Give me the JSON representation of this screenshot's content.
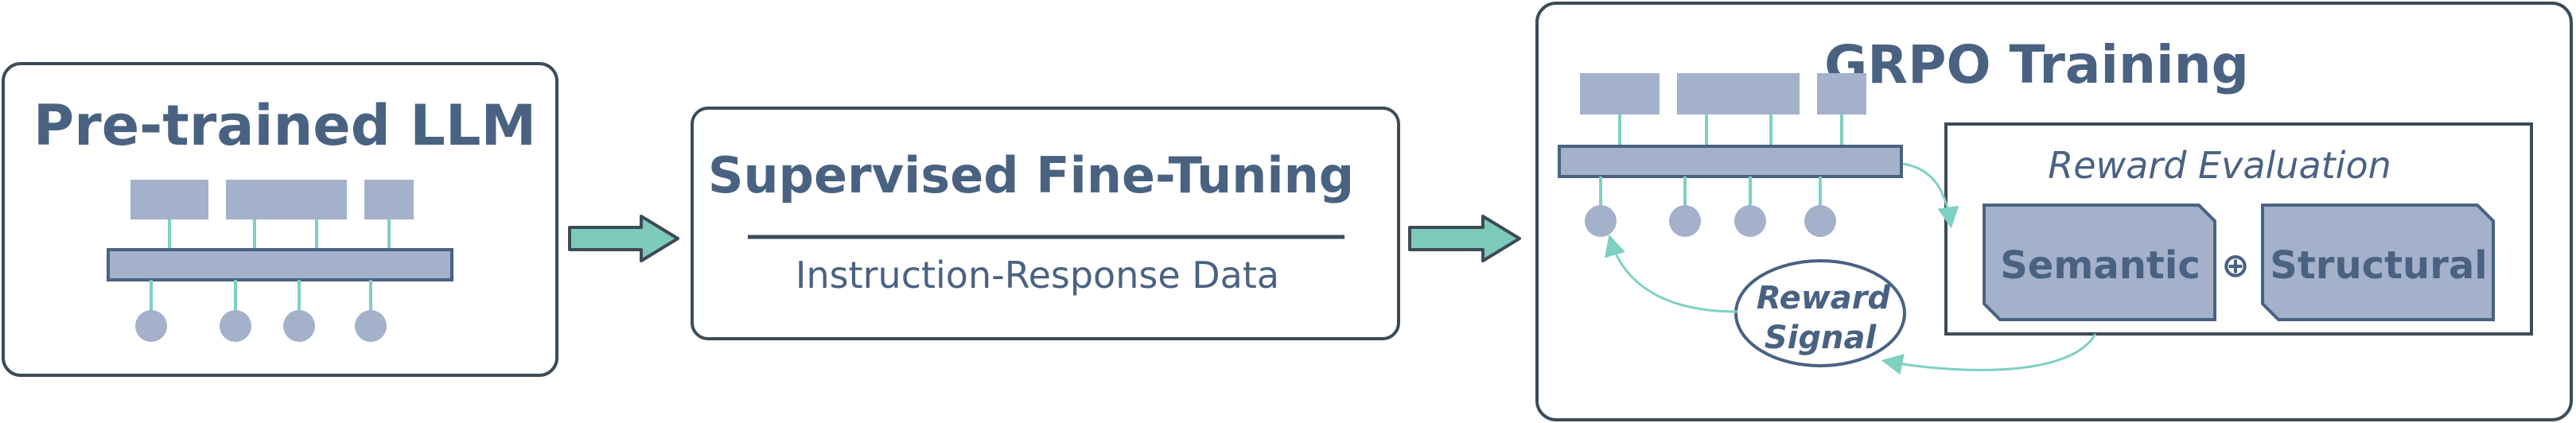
{
  "stages": {
    "pretrained": {
      "title": "Pre-trained LLM"
    },
    "sft": {
      "title": "Supervised Fine-Tuning",
      "subtitle": "Instruction-Response Data"
    },
    "grpo": {
      "title": "GRPO Training",
      "reward_eval": {
        "title": "Reward Evaluation",
        "semantic": "Semantic",
        "plus": "⊕",
        "structural": "Structural"
      },
      "reward_signal": {
        "line1": "Reward",
        "line2": "Signal"
      }
    }
  },
  "colors": {
    "box_border": "#3d4b57",
    "text": "#4a6282",
    "block_fill": "#a3b1cb",
    "block_stroke": "#4a6282",
    "teal": "#7dcabd",
    "teal_line": "#7fd0c3"
  }
}
